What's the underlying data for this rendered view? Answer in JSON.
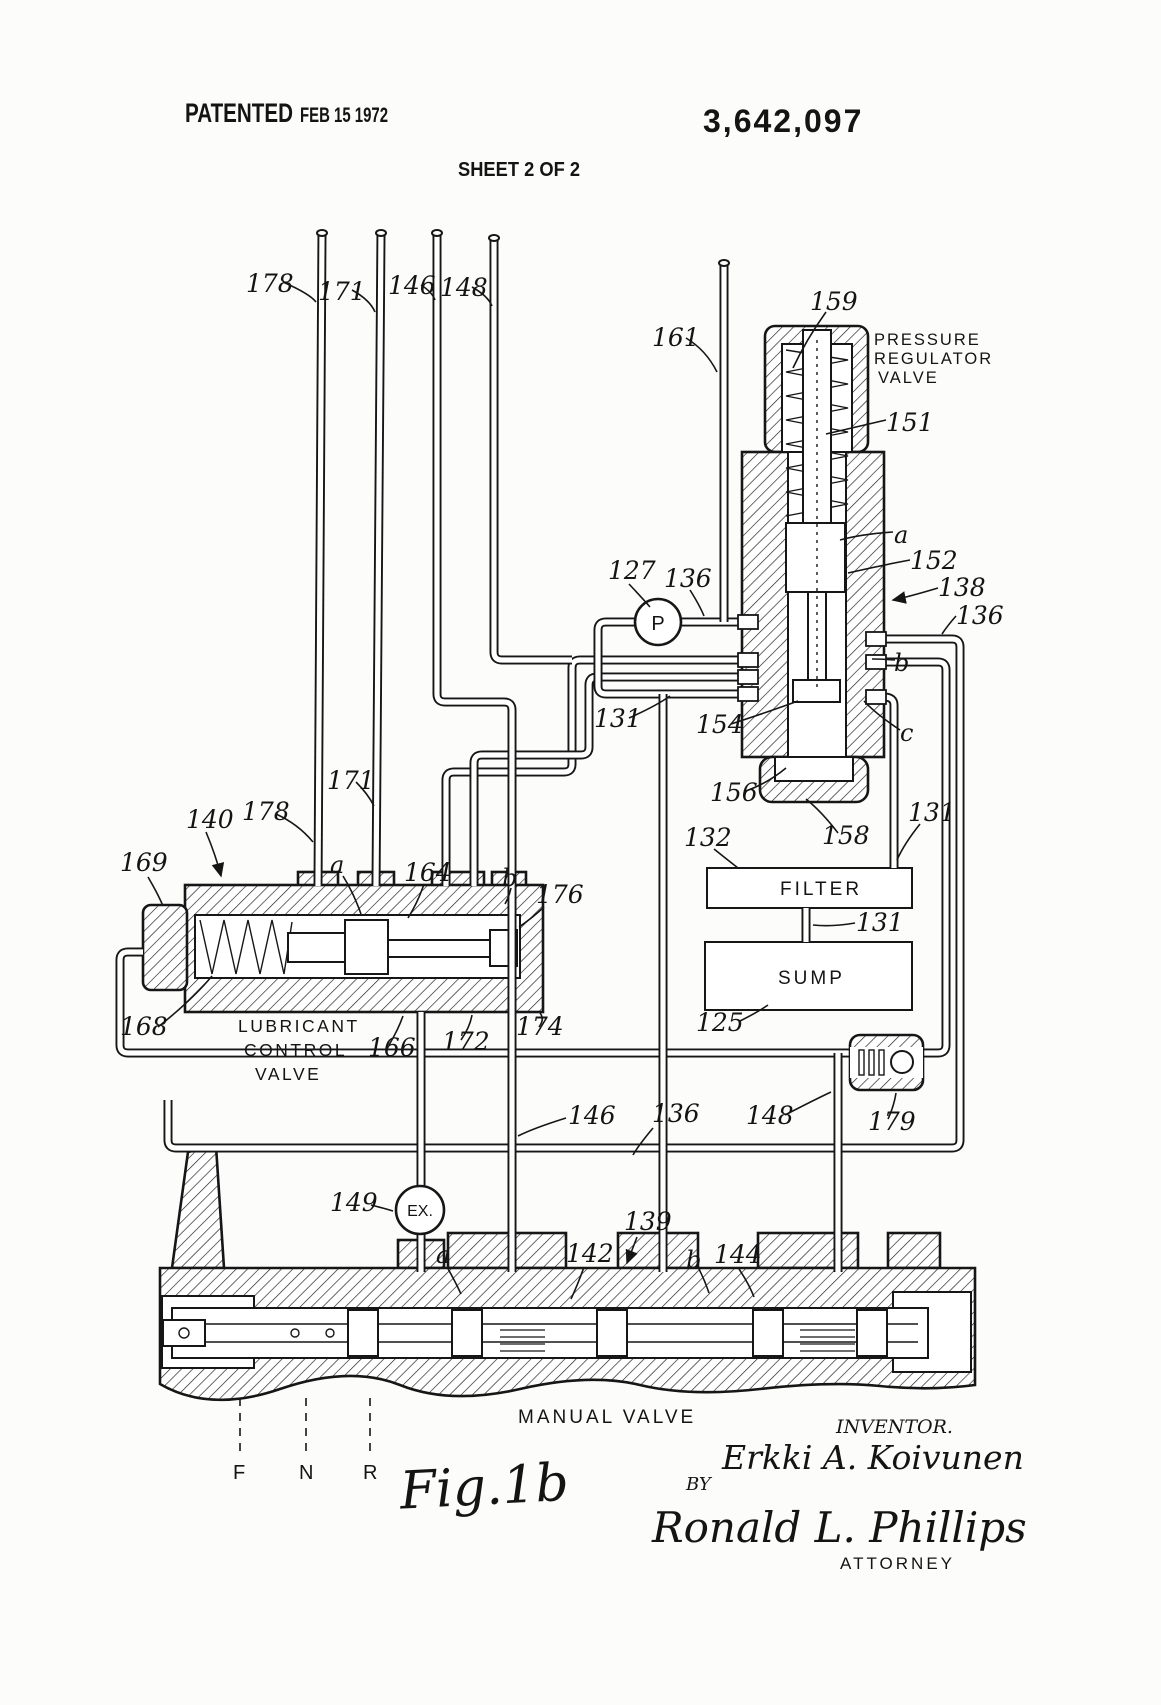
{
  "header": {
    "patented_stamp": "PATENTED",
    "date_stamp": "FEB 15 1972",
    "patent_number": "3,642,097",
    "sheet_label": "SHEET 2 OF 2"
  },
  "components": {
    "pressure_regulator_valve": {
      "name_lines": [
        "PRESSURE",
        "REGULATOR",
        "VALVE"
      ]
    },
    "lubricant_control_valve": {
      "name_lines": [
        "LUBRICANT",
        "CONTROL",
        "VALVE"
      ]
    },
    "manual_valve": {
      "name": "MANUAL VALVE"
    },
    "filter": {
      "name": "FILTER"
    },
    "sump": {
      "name": "SUMP"
    },
    "pump_symbol": "P",
    "exhaust_symbol": "EX."
  },
  "reference_labels": {
    "line_178": "178",
    "line_171": "171",
    "line_146": "146",
    "line_148": "148",
    "ref_161": "161",
    "ref_159": "159",
    "ref_151": "151",
    "ref_152": "152",
    "ref_138": "138",
    "ref_136_right": "136",
    "ref_136_pump": "136",
    "ref_136_mid": "136",
    "ref_127": "127",
    "ref_131_loop": "131",
    "ref_131_drain": "131",
    "ref_131_filter": "131",
    "ref_154": "154",
    "ref_156": "156",
    "ref_158": "158",
    "port_a_regulator": "a",
    "port_b_regulator": "b",
    "port_c_regulator": "c",
    "ref_132": "132",
    "ref_125": "125",
    "ref_179": "179",
    "ref_169": "169",
    "ref_140": "140",
    "ref_178_lub": "178",
    "ref_171_lub": "171",
    "ref_164": "164",
    "ref_176": "176",
    "ref_168": "168",
    "ref_166": "166",
    "ref_172": "172",
    "ref_174": "174",
    "port_a_lubricant": "a",
    "port_b_lubricant": "b",
    "ref_146_lower": "146",
    "ref_148_lower": "148",
    "ref_149": "149",
    "ref_142": "142",
    "ref_139": "139",
    "ref_144": "144",
    "port_a_manual": "a",
    "port_b_manual": "b"
  },
  "selector_positions": {
    "forward": "F",
    "neutral": "N",
    "reverse": "R"
  },
  "figure_caption": "Fig.1b",
  "signature_block": {
    "inventor_heading": "INVENTOR.",
    "inventor_name": "Erkki A. Koivunen",
    "by_label": "BY",
    "attorney_signature": "Ronald L. Phillips",
    "attorney_heading": "ATTORNEY"
  }
}
